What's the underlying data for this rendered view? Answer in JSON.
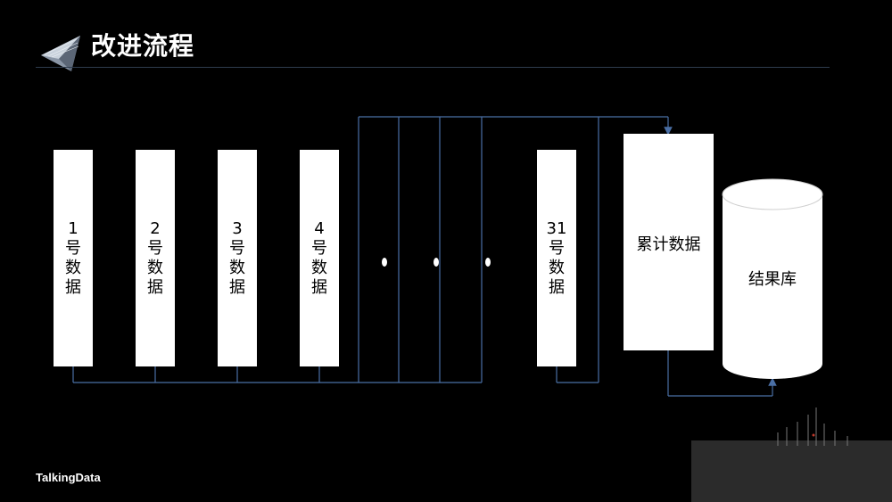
{
  "title": "改进流程",
  "brand": "TalkingData",
  "boxes": {
    "d1": {
      "num": "1",
      "c1": "号",
      "c2": "数",
      "c3": "据"
    },
    "d2": {
      "num": "2",
      "c1": "号",
      "c2": "数",
      "c3": "据"
    },
    "d3": {
      "num": "3",
      "c1": "号",
      "c2": "数",
      "c3": "据"
    },
    "d4": {
      "num": "4",
      "c1": "号",
      "c2": "数",
      "c3": "据"
    },
    "d31": {
      "num": "31",
      "c1": "号",
      "c2": "数",
      "c3": "据"
    }
  },
  "cumulative_label": "累计数据",
  "result_db_label": "结果库",
  "colors": {
    "line": "#4a6fa5",
    "background": "#000000"
  }
}
